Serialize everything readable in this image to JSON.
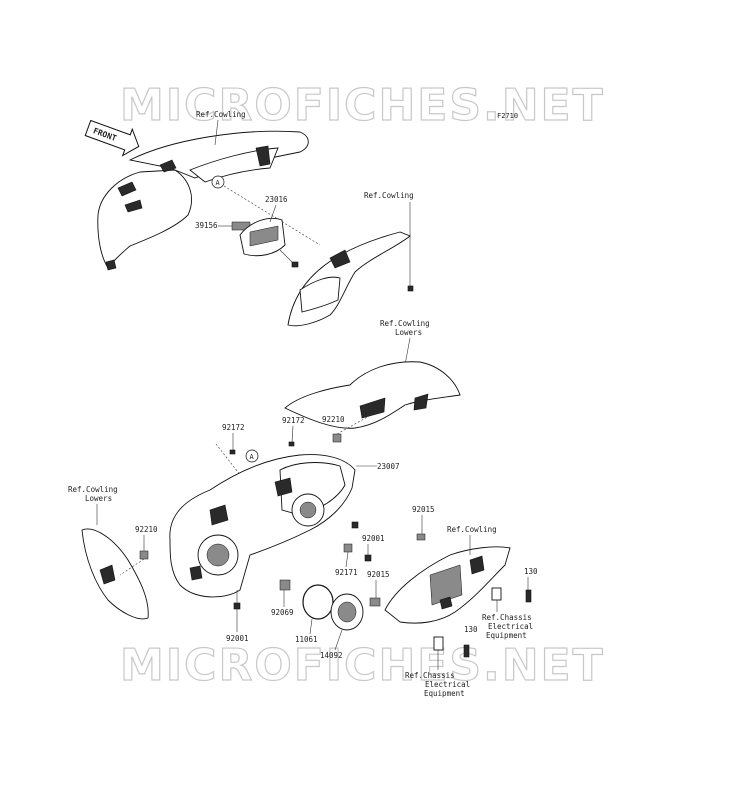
{
  "figure_id": "F2710",
  "watermark": "MICROFICHES.NET",
  "front_label": "FRONT",
  "ref_marker": "A",
  "parts": {
    "p39156": "39156",
    "p23016": "23016",
    "p92172a": "92172",
    "p92172b": "92172",
    "p92210a": "92210",
    "p92210b": "92210",
    "p23007": "23007",
    "p92015a": "92015",
    "p92015b": "92015",
    "p92001a": "92001",
    "p92001b": "92001",
    "p92171": "92171",
    "p92069": "92069",
    "p11061": "11061",
    "p14092": "14092",
    "p130a": "130",
    "p130b": "130"
  },
  "refs": {
    "cowling_top": "Ref.Cowling",
    "cowling_mid": "Ref.Cowling",
    "cowling_lowers_right": [
      "Ref.Cowling",
      "Lowers"
    ],
    "cowling_lowers_left": [
      "Ref.Cowling",
      "Lowers"
    ],
    "cowling_right": "Ref.Cowling",
    "chassis_right": [
      "Ref.Chassis",
      "Electrical",
      "Equipment"
    ],
    "chassis_bottom": [
      "Ref.Chassis",
      "Electrical",
      "Equipment"
    ]
  }
}
